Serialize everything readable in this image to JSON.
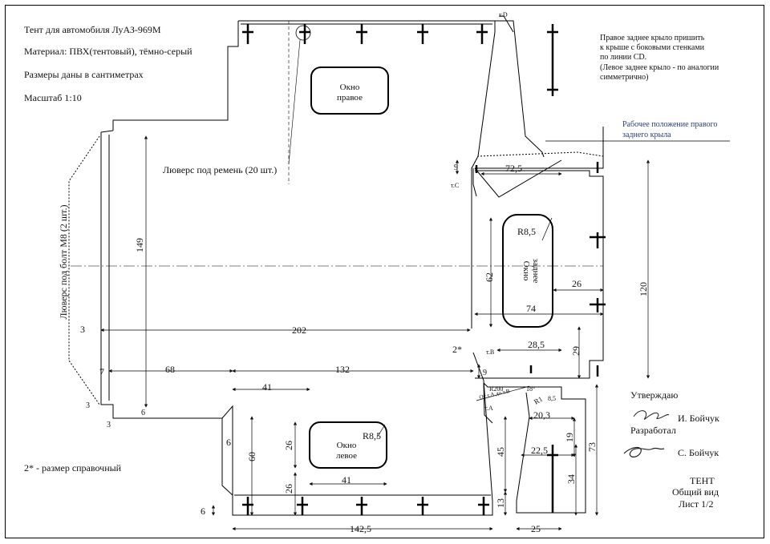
{
  "header": {
    "title": "Тент для автомобиля ЛуАЗ-969М",
    "material": "Материал: ПВХ(тентовый), тёмно-серый",
    "units": "Размеры даны в сантиметрах",
    "scale": "Масштаб 1:10"
  },
  "right_notes": {
    "line1": "Правое заднее крыло пришить",
    "line2": "к крыше с боковыми стенками",
    "line3": "по линии CD.",
    "line4": "(Левое заднее крыло - по аналогии",
    "line5": " симметрично)",
    "wing_position_1": "Рабочее положение правого",
    "wing_position_2": "заднего крыла"
  },
  "labels": {
    "window_right_1": "Окно",
    "window_right_2": "правое",
    "window_left_1": "Окно",
    "window_left_2": "левое",
    "window_rear_1": "Окно",
    "window_rear_2": "заднее",
    "grommet_strap": "Люверс под ремень (20 шт.)",
    "grommet_bolt": "Люверс под болт М8 (2 шт.)",
    "ref_note": "2* - размер справочный",
    "point_d": "т.D",
    "point_c": "т.C",
    "point_b": "т.В",
    "point_a": "т.А",
    "r200": "R200",
    "r200_sub": "От т.А до т.В",
    "angle": "18°",
    "r1": "R1"
  },
  "dimensions": {
    "d149": "149",
    "d3a": "3",
    "d202": "202",
    "d7": "7",
    "d68": "68",
    "d132": "132",
    "d3b": "3",
    "d3c": "3",
    "d6a": "6",
    "d41a": "41",
    "d6b": "6",
    "d26a": "26",
    "d60": "60",
    "d26b": "26",
    "d41b": "41",
    "d6c": "6",
    "d1425": "142,5",
    "r85a": "R8,5",
    "r85b": "R8,5",
    "d9a": "9",
    "d725": "72,5",
    "d62": "62",
    "d26c": "26",
    "d74": "74",
    "d120": "120",
    "d285": "28,5",
    "d29": "29",
    "d2star": "2*",
    "d9b": "9",
    "d85": "8,5",
    "d203": "20,3",
    "d19": "19",
    "d225": "22,5",
    "d45": "45",
    "d73": "73",
    "d34": "34",
    "d13": "13",
    "d25": "25"
  },
  "title_block": {
    "approve": "Утверждаю",
    "approver": "И. Бойчук",
    "developed": "Разработал",
    "developer": "С. Бойчук",
    "name": "ТЕНТ",
    "view": "Общий вид",
    "sheet": "Лист 1/2"
  }
}
